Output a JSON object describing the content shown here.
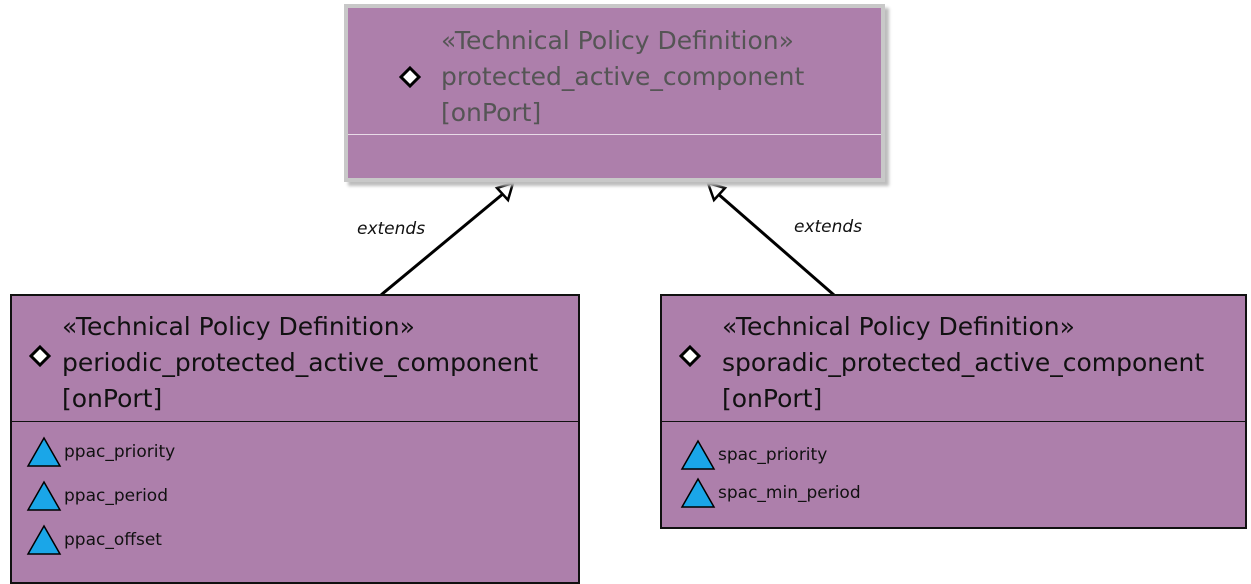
{
  "stereotype": "«Technical Policy Definition»",
  "top_class": {
    "name": "protected_active_component",
    "tag": "[onPort]",
    "attributes": []
  },
  "left_class": {
    "name": "periodic_protected_active_component",
    "tag": "[onPort]",
    "attributes": [
      "ppac_priority",
      "ppac_period",
      "ppac_offset"
    ]
  },
  "right_class": {
    "name": "sporadic_protected_active_component",
    "tag": "[onPort]",
    "attributes": [
      "spac_priority",
      "spac_min_period"
    ]
  },
  "links": {
    "left_label": "extends",
    "right_label": "extends"
  },
  "colors": {
    "class_fill": "#ad7fab",
    "attribute_icon": "#1aa6e8",
    "top_border": "#c8c8c8"
  },
  "icons": {
    "class_marker": "diamond-icon",
    "attribute_marker": "triangle-icon"
  }
}
